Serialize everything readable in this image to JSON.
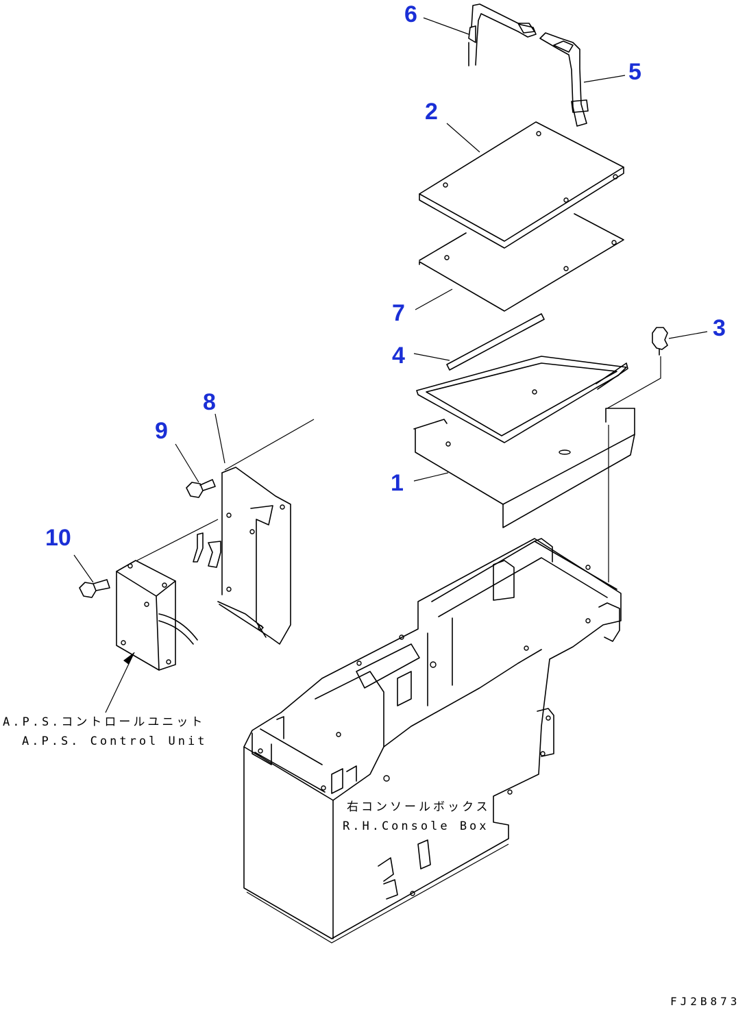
{
  "callouts": [
    {
      "id": "1",
      "label": "1"
    },
    {
      "id": "2",
      "label": "2"
    },
    {
      "id": "3",
      "label": "3"
    },
    {
      "id": "4",
      "label": "4"
    },
    {
      "id": "5",
      "label": "5"
    },
    {
      "id": "6",
      "label": "6"
    },
    {
      "id": "7",
      "label": "7"
    },
    {
      "id": "8",
      "label": "8"
    },
    {
      "id": "9",
      "label": "9"
    },
    {
      "id": "10",
      "label": "10"
    }
  ],
  "notes": {
    "control_unit_jp": "A.P.S.コントロールユニット",
    "control_unit_en": "A.P.S. Control Unit",
    "console_box_jp": "右コンソールボックス",
    "console_box_en": "R.H.Console Box"
  },
  "drawing_code": "FJ2B873",
  "colors": {
    "callout": "#1a2fd6",
    "line": "#000000"
  }
}
